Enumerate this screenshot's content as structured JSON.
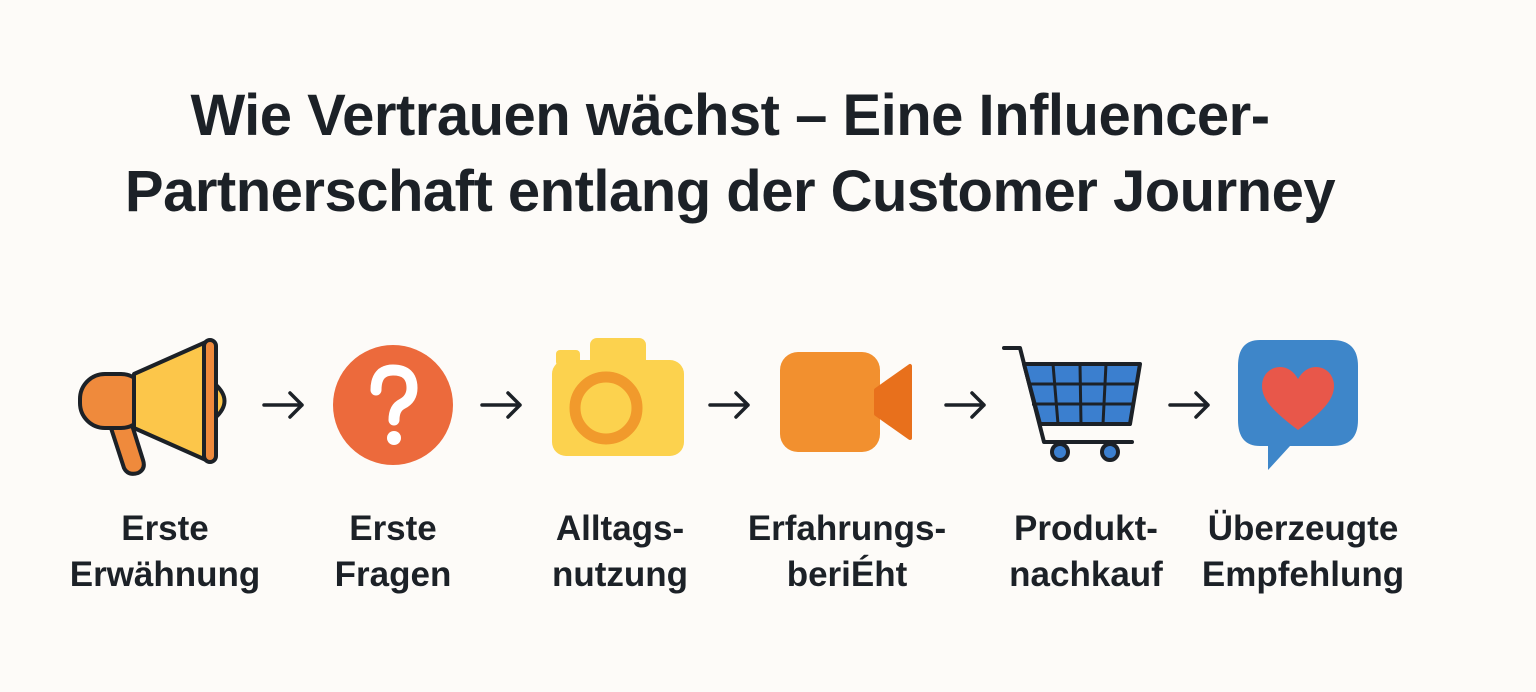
{
  "title": {
    "line1": "Wie Vertrauen wächst – Eine Influencer-",
    "line2": "Partnerschaft entlang der Customer Journey"
  },
  "steps": [
    {
      "icon": "megaphone-icon",
      "line1": "Erste",
      "line2": "Erwähnung"
    },
    {
      "icon": "question-icon",
      "line1": "Erste",
      "line2": "Fragen"
    },
    {
      "icon": "camera-icon",
      "line1": "Alltags-",
      "line2": "nutzung"
    },
    {
      "icon": "video-camera-icon",
      "line1": "Erfahrungs-",
      "line2": "beriÉht"
    },
    {
      "icon": "shopping-cart-icon",
      "line1": "Produkt-",
      "line2": "nachkauf"
    },
    {
      "icon": "heart-chat-icon",
      "line1": "Überzeugte",
      "line2": "Empfehlung"
    }
  ],
  "colors": {
    "orange": "#ef8a3c",
    "yellow": "#fcc64a",
    "red_orange": "#ec6a3c",
    "camera_yellow": "#fcd24e",
    "cart_blue": "#3b7fcf",
    "chat_blue": "#3e86c9",
    "heart_red": "#e8574a",
    "outline": "#1c2127"
  }
}
